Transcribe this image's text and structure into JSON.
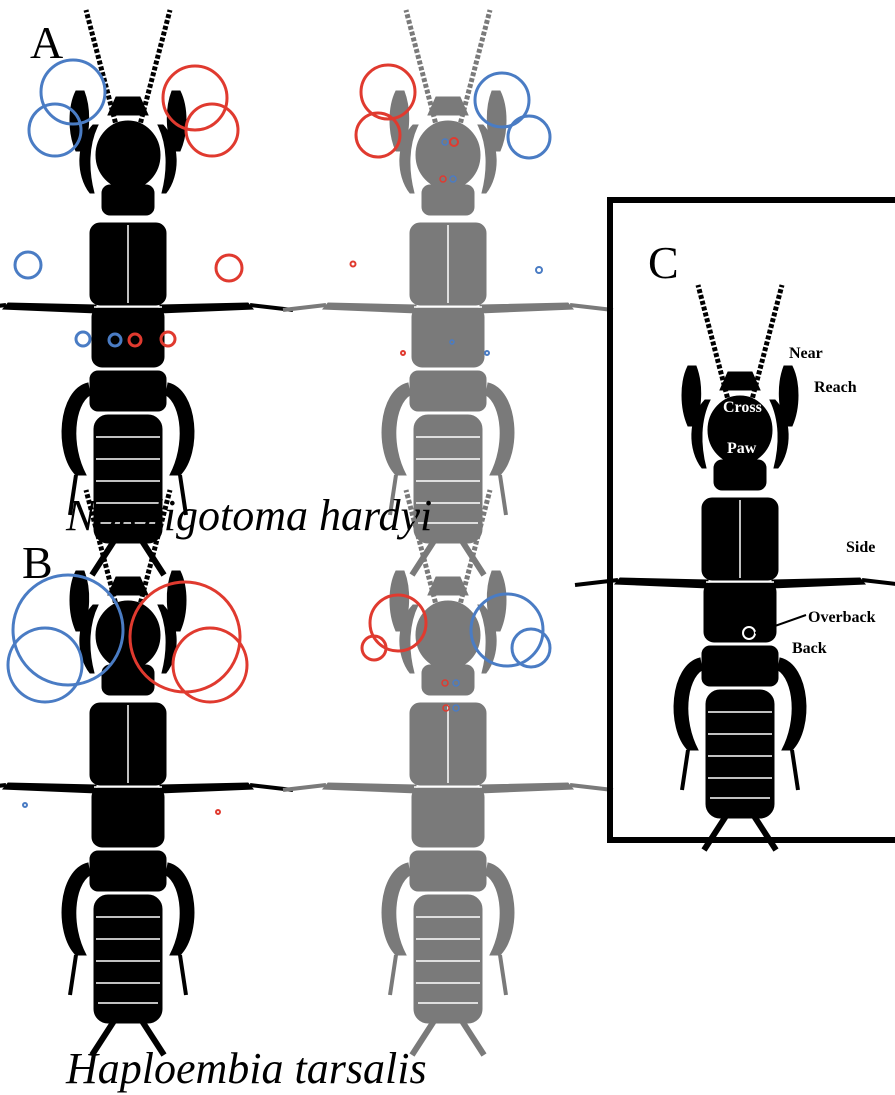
{
  "panels": {
    "a_letter": "A",
    "b_letter": "B",
    "c_letter": "C"
  },
  "species": {
    "a_name": "Notoligotoma hardyi",
    "b_name": "Haploembia tarsalis"
  },
  "key_labels": {
    "near": "Near",
    "reach": "Reach",
    "cross": "Cross",
    "paw": "Paw",
    "side": "Side",
    "overback": "Overback",
    "back": "Back"
  },
  "colors": {
    "left_side": "#4a7cc4",
    "right_side": "#e03a2f",
    "body_black": "#000000",
    "body_gray": "#7a7a7a"
  }
}
